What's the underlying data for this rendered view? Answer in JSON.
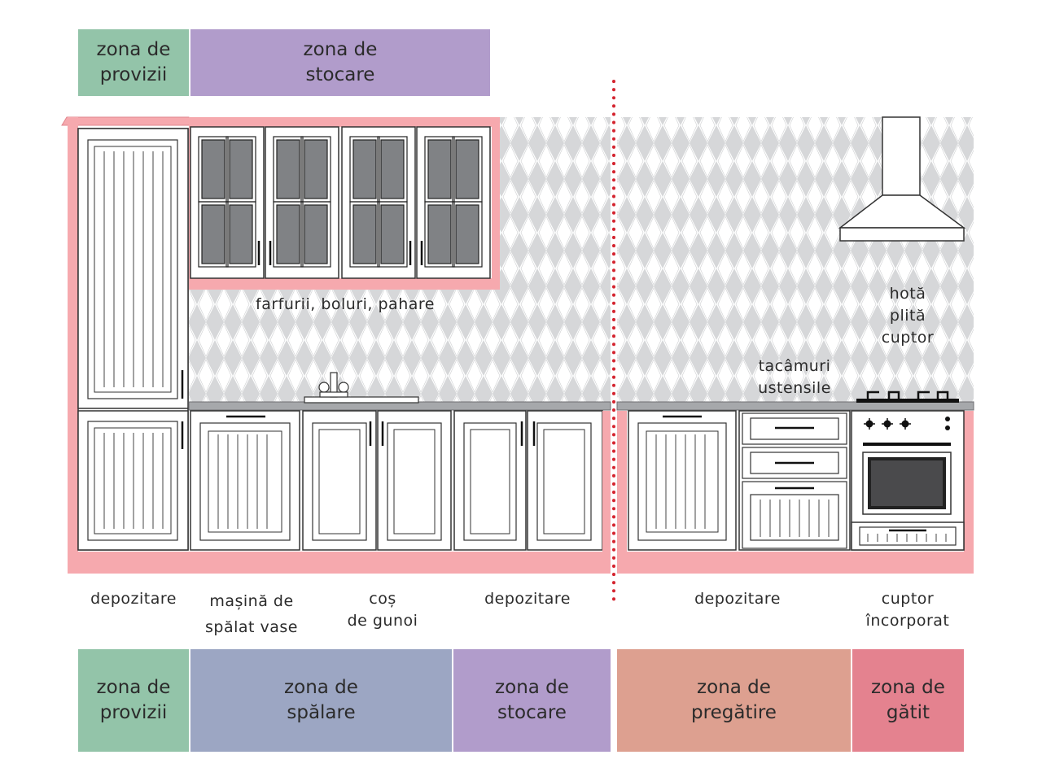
{
  "colors": {
    "provizii": "#93c4a9",
    "stocare": "#b19ccb",
    "spalare": "#9ca6c3",
    "pregatire": "#dda090",
    "gatit": "#e4828f",
    "cabinet_outline": "#f6a9ae",
    "divider": "#d4242f",
    "glass": "#808285"
  },
  "top_zones": [
    {
      "key": "provizii",
      "text": "zona de\nprovizii"
    },
    {
      "key": "stocare",
      "text": "zona de\nstocare"
    }
  ],
  "bottom_zones": [
    {
      "key": "provizii",
      "text": "zona de\nprovizii"
    },
    {
      "key": "spalare",
      "text": "zona de\nspălare"
    },
    {
      "key": "stocare",
      "text": "zona de\nstocare"
    },
    {
      "key": "pregatire",
      "text": "zona de\npregătire"
    },
    {
      "key": "gatit",
      "text": "zona de\ngătit"
    }
  ],
  "labels": {
    "upper_cabinets": "farfurii, boluri, pahare",
    "cooking_appliances": "hotă\nplită\ncuptor",
    "drawers": "tacâmuri\nustensile",
    "base_storage_1": "depozitare",
    "dishwasher": "mașină de\nspălat vase",
    "trash": "coș\nde gunoi",
    "base_storage_2": "depozitare",
    "base_storage_3": "depozitare",
    "oven": "cuptor\nîncorporat"
  },
  "icons": [
    "sink-faucet-icon",
    "range-hood-icon",
    "stove-burner-icon",
    "oven-icon"
  ]
}
